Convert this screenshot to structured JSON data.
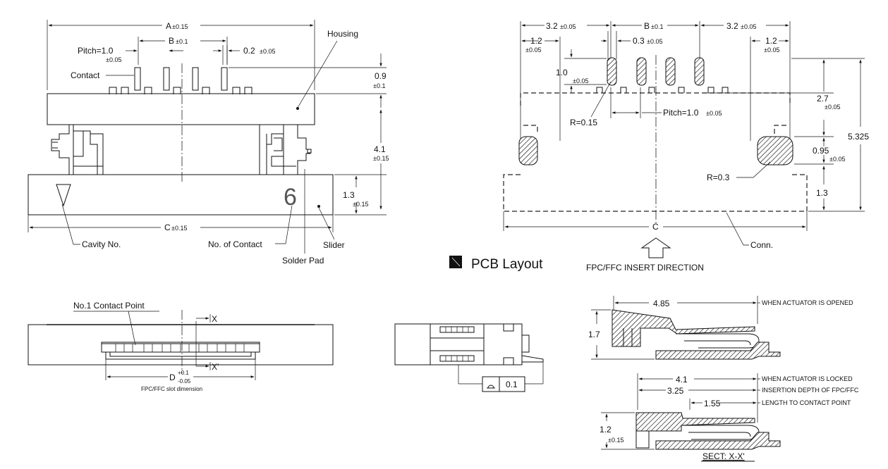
{
  "front_view": {
    "dim_a": "A",
    "dim_a_tol": "±0.15",
    "dim_b": "B",
    "dim_b_tol": "±0.1",
    "pitch": "Pitch=1.0",
    "pitch_tol": "±0.05",
    "contact_label": "Contact",
    "contact_width": "0.2",
    "contact_width_tol": "±0.05",
    "housing_label": "Housing",
    "dim_09": "0.9",
    "dim_09_tol": "±0.1",
    "dim_41": "4.1",
    "dim_41_tol": "±0.15",
    "dim_13": "1.3",
    "dim_13_tol": "±0.15",
    "dim_c": "C",
    "dim_c_tol": "±0.15",
    "cavity_label": "Cavity No.",
    "contacts_label": "No. of Contact",
    "slider_label": "Slider",
    "solder_label": "Solder Pad",
    "contact_count": "6"
  },
  "pcb_layout": {
    "title": "PCB Layout",
    "dim_32_left": "3.2",
    "dim_32_left_tol": "±0.05",
    "dim_b": "B",
    "dim_b_tol": "±0.1",
    "dim_32_right": "3.2",
    "dim_32_right_tol": "±0.05",
    "dim_12_left": "1.2",
    "dim_12_left_tol": "±0.05",
    "dim_03": "0.3",
    "dim_03_tol": "±0.05",
    "dim_12_right": "1.2",
    "dim_12_right_tol": "±0.05",
    "dim_10": "1.0",
    "dim_10_tol": "±0.05",
    "dim_27": "2.7",
    "dim_27_tol": "±0.05",
    "dim_5325": "5.325",
    "dim_095": "0.95",
    "dim_095_tol": "±0.05",
    "pitch": "Pitch=1.0",
    "pitch_tol": "±0.05",
    "r015": "R=0.15",
    "r03": "R=0.3",
    "dim_13": "1.3",
    "dim_c": "C",
    "conn_label": "Conn.",
    "insert_direction": "FPC/FFC INSERT DIRECTION"
  },
  "slot_view": {
    "contact_point_label": "No.1 Contact Point",
    "section_mark_top": "X",
    "section_mark_bottom": "X'",
    "dim_d": "D",
    "dim_d_tol_plus": "+0.1",
    "dim_d_tol_minus": "-0.05",
    "slot_caption": "FPC/FFC slot dimension"
  },
  "side_view": {
    "flatness_value": "0.1"
  },
  "section_view": {
    "dim_485": "4.85",
    "note_opened": "WHEN ACTUATOR IS OPENED",
    "dim_17": "1.7",
    "dim_41": "4.1",
    "note_locked": "WHEN ACTUATOR IS LOCKED",
    "dim_325": "3.25",
    "note_insertion": "INSERTION DEPTH OF FPC/FFC",
    "dim_155": "1.55",
    "note_contact": "LENGTH TO CONTACT POINT",
    "dim_12": "1.2",
    "dim_12_tol": "±0.15",
    "section_title": "SECT: X-X'"
  }
}
